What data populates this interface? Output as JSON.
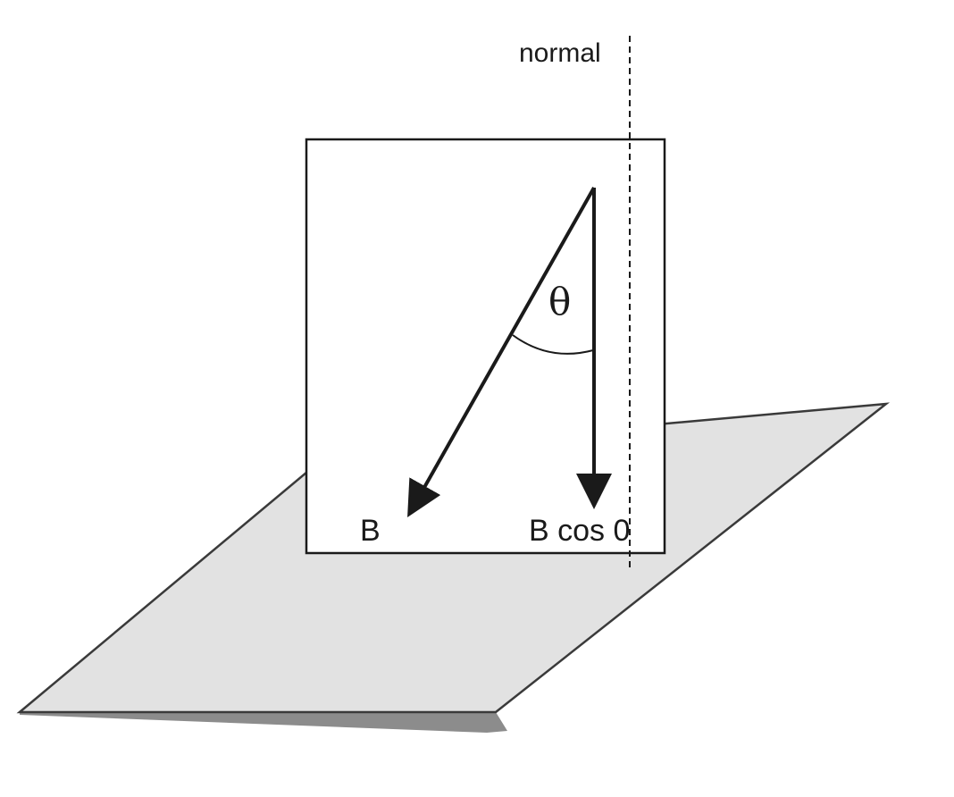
{
  "labels": {
    "normal": "normal",
    "angle": "θ",
    "field_vector": "B",
    "component_vector": "B cos 0"
  },
  "colors": {
    "plane_fill": "#e2e2e2",
    "plane_edge": "#3a3a3a",
    "panel_fill": "#ffffff",
    "stroke": "#1a1a1a"
  }
}
